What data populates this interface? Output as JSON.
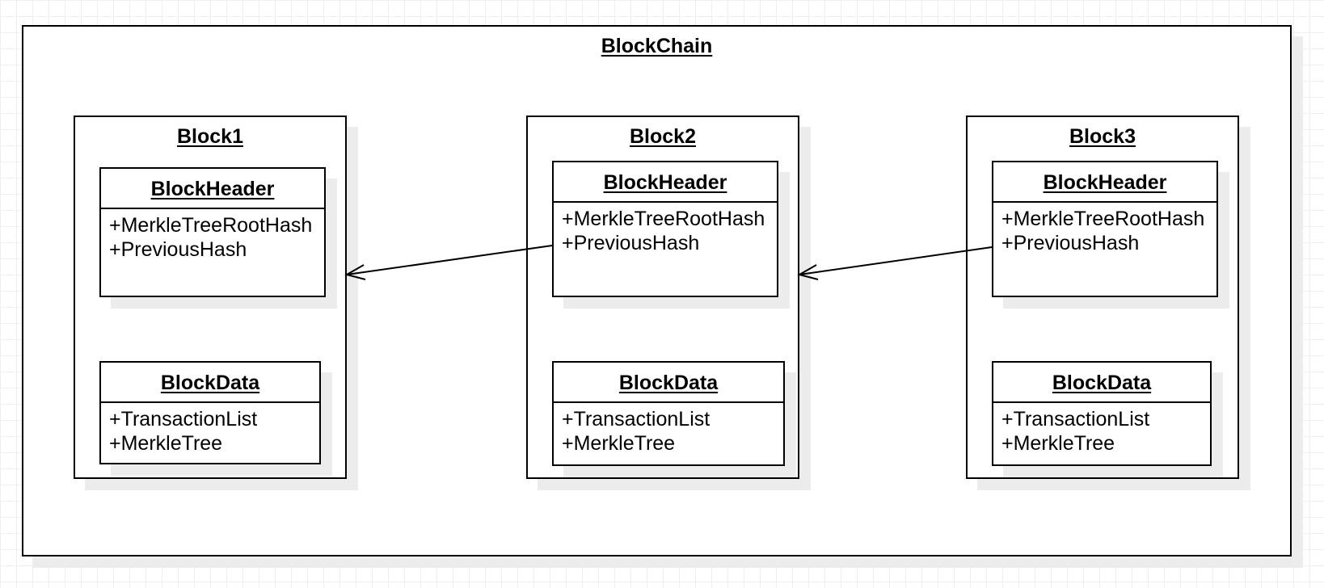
{
  "diagram": {
    "title": "BlockChain",
    "blocks": [
      {
        "title": "Block1",
        "header": {
          "name": "BlockHeader",
          "attributes": [
            "+MerkleTreeRootHash",
            "+PreviousHash"
          ]
        },
        "data": {
          "name": "BlockData",
          "attributes": [
            "+TransactionList",
            "+MerkleTree"
          ]
        }
      },
      {
        "title": "Block2",
        "header": {
          "name": "BlockHeader",
          "attributes": [
            "+MerkleTreeRootHash",
            "+PreviousHash"
          ]
        },
        "data": {
          "name": "BlockData",
          "attributes": [
            "+TransactionList",
            "+MerkleTree"
          ]
        }
      },
      {
        "title": "Block3",
        "header": {
          "name": "BlockHeader",
          "attributes": [
            "+MerkleTreeRootHash",
            "+PreviousHash"
          ]
        },
        "data": {
          "name": "BlockData",
          "attributes": [
            "+TransactionList",
            "+MerkleTree"
          ]
        }
      }
    ],
    "links": [
      {
        "from": "Block2.BlockHeader.PreviousHash",
        "to": "Block1"
      },
      {
        "from": "Block3.BlockHeader.PreviousHash",
        "to": "Block2"
      }
    ]
  }
}
